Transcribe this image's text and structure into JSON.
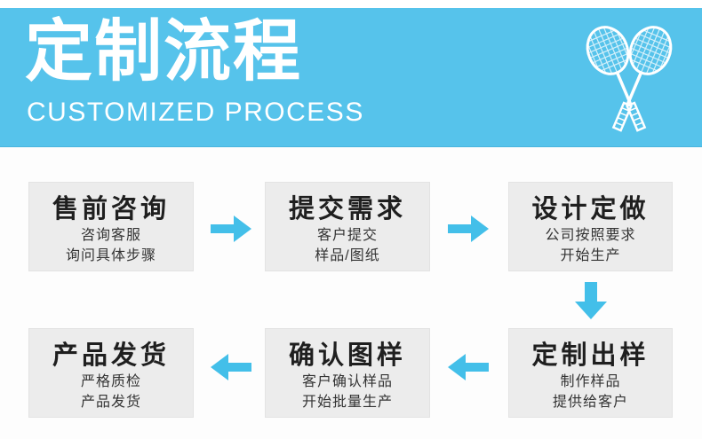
{
  "header": {
    "title": "定制流程",
    "subtitle": "CUSTOMIZED PROCESS",
    "decoration_icon": "badminton-rackets-icon"
  },
  "steps": [
    {
      "id": 1,
      "title": "售前咨询",
      "lines": [
        "咨询客服",
        "询问具体步骤"
      ]
    },
    {
      "id": 2,
      "title": "提交需求",
      "lines": [
        "客户提交",
        "样品/图纸"
      ]
    },
    {
      "id": 3,
      "title": "设计定做",
      "lines": [
        "公司按照要求",
        "开始生产"
      ]
    },
    {
      "id": 4,
      "title": "定制出样",
      "lines": [
        "制作样品",
        "提供给客户"
      ]
    },
    {
      "id": 5,
      "title": "确认图样",
      "lines": [
        "客户确认样品",
        "开始批量生产"
      ]
    },
    {
      "id": 6,
      "title": "产品发货",
      "lines": [
        "严格质检",
        "产品发货"
      ]
    }
  ],
  "flow_arrows": [
    {
      "from": 1,
      "to": 2,
      "direction": "right"
    },
    {
      "from": 2,
      "to": 3,
      "direction": "right"
    },
    {
      "from": 3,
      "to": 4,
      "direction": "down"
    },
    {
      "from": 4,
      "to": 5,
      "direction": "left"
    },
    {
      "from": 5,
      "to": 6,
      "direction": "left"
    }
  ],
  "colors": {
    "header_blue": "#56c3eb",
    "arrow_blue": "#43bfe9",
    "box_background": "#ececec",
    "header_text": "#ffffff",
    "step_title_text": "#1f1f1f",
    "step_line_text": "#333333"
  }
}
